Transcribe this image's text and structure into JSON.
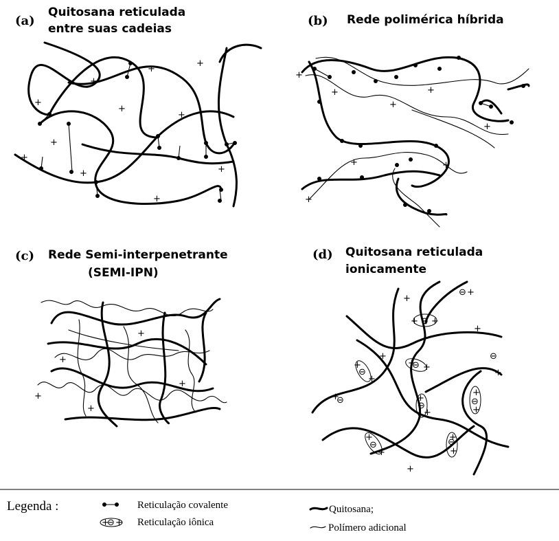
{
  "panels": [
    {
      "tag": "(a)",
      "title_lines": [
        "Quitosana  reticulada",
        "entre suas cadeias"
      ]
    },
    {
      "tag": "(b)",
      "title_lines": [
        "Rede polimérica híbrida"
      ]
    },
    {
      "tag": "(c)",
      "title_lines": [
        "Rede Semi-interpenetrante",
        "(SEMI-IPN)"
      ]
    },
    {
      "tag": "(d)",
      "title_lines": [
        "Quitosana reticulada",
        "ionicamente"
      ]
    }
  ],
  "legend": {
    "label": "Legenda :",
    "covalent": "Reticulação covalente",
    "ionic": "Reticulação iônica",
    "chitosan": "Quitosana;",
    "additional_polymer": "Polímero adicional"
  },
  "symbols": {
    "plus": "+",
    "minus": "⊖"
  }
}
